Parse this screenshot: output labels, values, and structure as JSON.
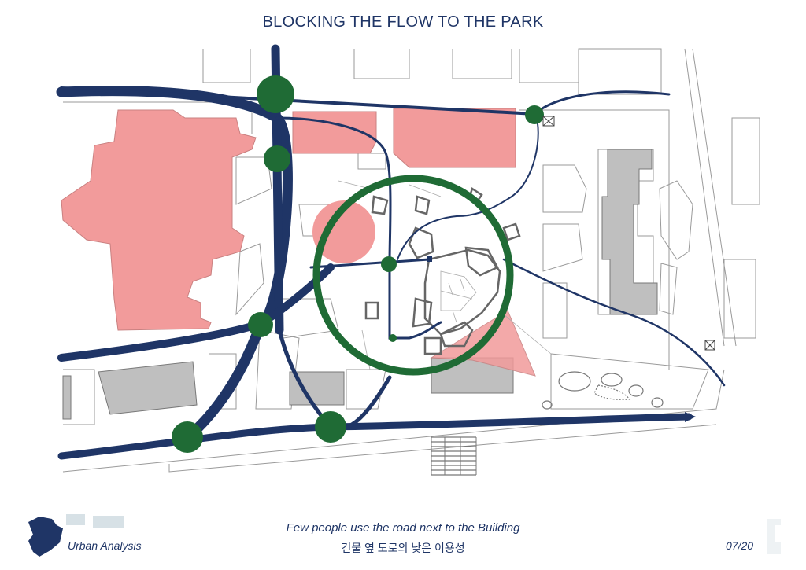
{
  "header": {
    "title": "BLOCKING THE FLOW TO THE PARK"
  },
  "caption": {
    "english": "Few people use the road next to the Building",
    "korean": "건물 옆 도로의 낮은 이용성"
  },
  "footer": {
    "brand": "Urban Analysis",
    "page": "07/20"
  },
  "legend_colors": {
    "flow_route": "#1f3566",
    "node": "#1f6b35",
    "building": "#f29b9b",
    "gray_building": "#bfbfbf"
  }
}
